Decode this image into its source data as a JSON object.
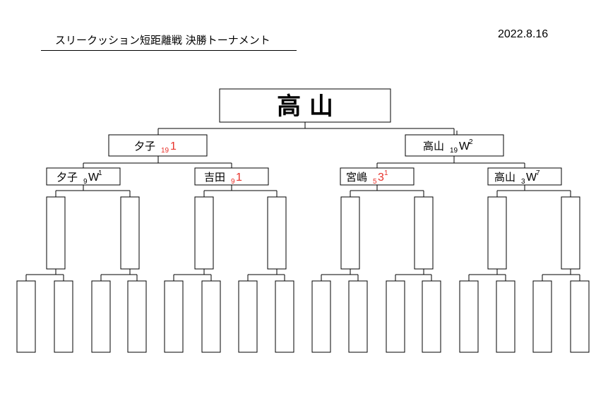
{
  "header": {
    "title": "スリークッション短距離戦 決勝トーナメント",
    "date": "2022.8.16"
  },
  "colors": {
    "winner_score": "#e8312a",
    "default": "#000000"
  },
  "champion": {
    "name": "高 山"
  },
  "semifinal": [
    {
      "name": "夕子",
      "sub": "19",
      "score": "1",
      "sup": "",
      "red": true
    },
    {
      "name": "高山",
      "sub": "19",
      "score": "W",
      "sup": "2",
      "red": false
    }
  ],
  "quarterfinal": [
    {
      "name": "夕子",
      "sub": "9",
      "score": "W",
      "sup": "1",
      "red": false
    },
    {
      "name": "吉田",
      "sub": "9",
      "score": "1",
      "sup": "",
      "red": true
    },
    {
      "name": "宮嶋",
      "sub": "5",
      "score": "3",
      "sup": "1",
      "red": true
    },
    {
      "name": "高山",
      "sub": "3",
      "score": "W",
      "sup": "7",
      "red": false
    }
  ]
}
